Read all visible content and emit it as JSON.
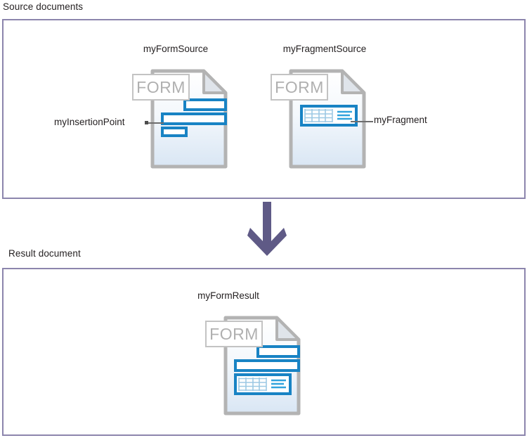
{
  "sections": {
    "source": {
      "caption": "Source documents"
    },
    "result": {
      "caption": "Result document"
    }
  },
  "documents": [
    {
      "id": "my-form-source",
      "title": "myFormSource",
      "form_tag": "FORM",
      "contents": "three blue text bars",
      "callout": "myInsertionPoint"
    },
    {
      "id": "my-fragment-source",
      "title": "myFragmentSource",
      "form_tag": "FORM",
      "contents": "blue framed table fragment",
      "callout": "myFragment"
    },
    {
      "id": "my-form-result",
      "title": "myFormResult",
      "form_tag": "FORM",
      "contents": "two blue text bars plus inserted table fragment",
      "callout": ""
    }
  ],
  "flow": {
    "arrow": "down-arrow",
    "direction": "source-to-result"
  },
  "colors": {
    "panel_border": "#8c85ad",
    "arrow": "#5f5a86",
    "accent_blue": "#1883c4",
    "accent_blue_light": "#6cc0e8",
    "document_outline": "#b3b3b3",
    "form_tag_text": "#b0b0b0",
    "text": "#231f20",
    "leader_line": "#6d6d6d"
  }
}
